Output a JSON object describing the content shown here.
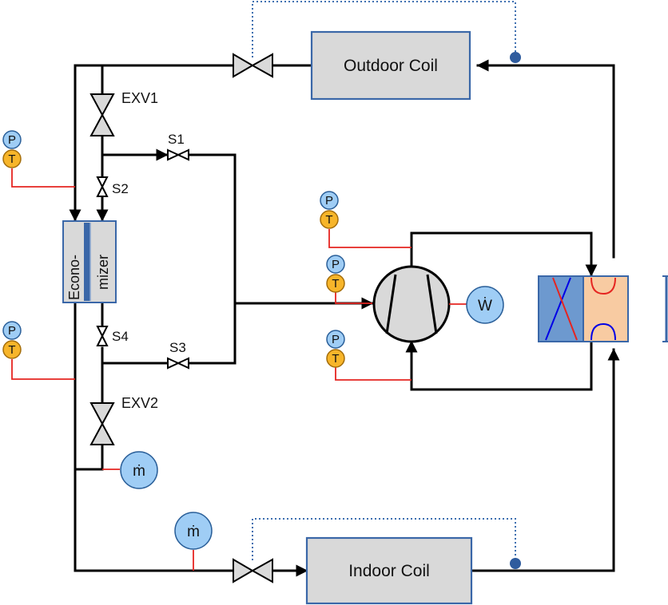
{
  "components": {
    "outdoor_coil": "Outdoor Coil",
    "indoor_coil": "Indoor Coil",
    "economizer_left": "Econo-",
    "economizer_right": "mizer"
  },
  "valves": {
    "exv1": "EXV1",
    "exv2": "EXV2",
    "s1": "S1",
    "s2": "S2",
    "s3": "S3",
    "s4": "S4"
  },
  "sensors": {
    "pressure": "P",
    "temperature": "T",
    "mass_flow": "ṁ",
    "power": "Ẇ"
  },
  "colors": {
    "pipe": "#000000",
    "sensor_line": "#e52521",
    "coil_fill": "#d9d9d9",
    "coil_border": "#3a67a8",
    "pressure_badge": "#9fcdf5",
    "temperature_badge": "#f7b52a",
    "reversing_valve_hot": "#f8cba2",
    "reversing_valve_cold": "#6d99cf"
  }
}
